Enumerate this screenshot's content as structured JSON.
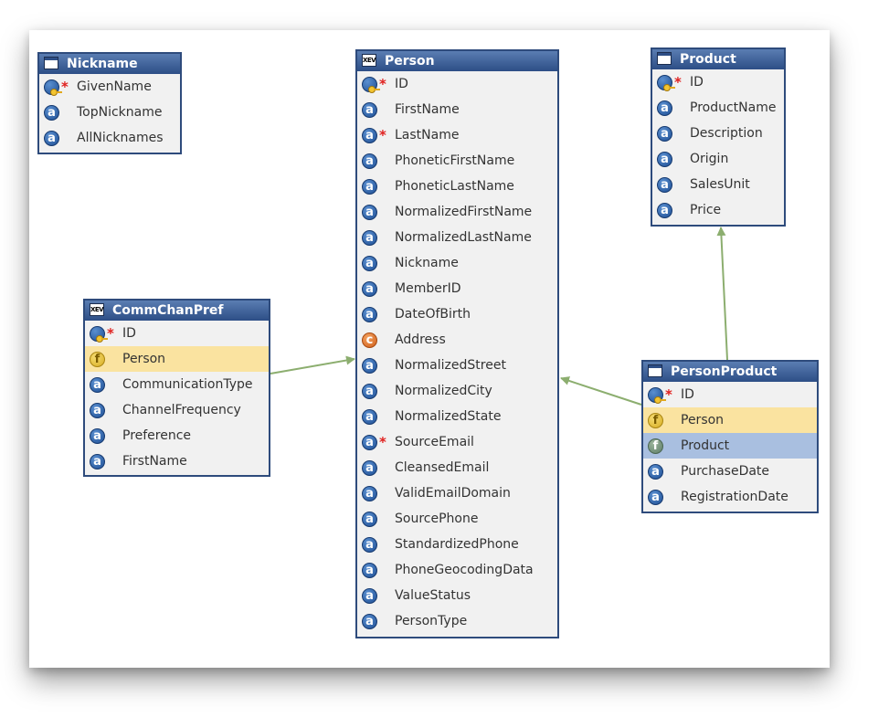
{
  "entities": [
    {
      "name": "Nickname",
      "icon": "table-window-icon",
      "attributes": [
        {
          "label": "GivenName",
          "type": "key",
          "required": true
        },
        {
          "label": "TopNickname",
          "type": "attribute"
        },
        {
          "label": "AllNicknames",
          "type": "attribute"
        }
      ]
    },
    {
      "name": "Person",
      "icon": "xev-entity-icon",
      "attributes": [
        {
          "label": "ID",
          "type": "key",
          "required": true
        },
        {
          "label": "FirstName",
          "type": "attribute"
        },
        {
          "label": "LastName",
          "type": "attribute",
          "required": true
        },
        {
          "label": "PhoneticFirstName",
          "type": "attribute"
        },
        {
          "label": "PhoneticLastName",
          "type": "attribute"
        },
        {
          "label": "NormalizedFirstName",
          "type": "attribute"
        },
        {
          "label": "NormalizedLastName",
          "type": "attribute"
        },
        {
          "label": "Nickname",
          "type": "attribute"
        },
        {
          "label": "MemberID",
          "type": "attribute"
        },
        {
          "label": "DateOfBirth",
          "type": "attribute"
        },
        {
          "label": "Address",
          "type": "composite"
        },
        {
          "label": "NormalizedStreet",
          "type": "attribute"
        },
        {
          "label": "NormalizedCity",
          "type": "attribute"
        },
        {
          "label": "NormalizedState",
          "type": "attribute"
        },
        {
          "label": "SourceEmail",
          "type": "attribute",
          "required": true
        },
        {
          "label": "CleansedEmail",
          "type": "attribute"
        },
        {
          "label": "ValidEmailDomain",
          "type": "attribute"
        },
        {
          "label": "SourcePhone",
          "type": "attribute"
        },
        {
          "label": "StandardizedPhone",
          "type": "attribute"
        },
        {
          "label": "PhoneGeocodingData",
          "type": "attribute"
        },
        {
          "label": "ValueStatus",
          "type": "attribute"
        },
        {
          "label": "PersonType",
          "type": "attribute"
        }
      ]
    },
    {
      "name": "Product",
      "icon": "table-window-icon",
      "attributes": [
        {
          "label": "ID",
          "type": "key",
          "required": true
        },
        {
          "label": "ProductName",
          "type": "attribute"
        },
        {
          "label": "Description",
          "type": "attribute"
        },
        {
          "label": "Origin",
          "type": "attribute"
        },
        {
          "label": "SalesUnit",
          "type": "attribute"
        },
        {
          "label": "Price",
          "type": "attribute"
        }
      ]
    },
    {
      "name": "CommChanPref",
      "icon": "xev-entity-icon",
      "attributes": [
        {
          "label": "ID",
          "type": "key",
          "required": true
        },
        {
          "label": "Person",
          "type": "foreign",
          "highlight": "yellow"
        },
        {
          "label": "CommunicationType",
          "type": "attribute"
        },
        {
          "label": "ChannelFrequency",
          "type": "attribute"
        },
        {
          "label": "Preference",
          "type": "attribute"
        },
        {
          "label": "FirstName",
          "type": "attribute"
        }
      ]
    },
    {
      "name": "PersonProduct",
      "icon": "table-window-icon",
      "attributes": [
        {
          "label": "ID",
          "type": "key",
          "required": true
        },
        {
          "label": "Person",
          "type": "foreign",
          "highlight": "yellow"
        },
        {
          "label": "Product",
          "type": "foreign-selected",
          "highlight": "blue"
        },
        {
          "label": "PurchaseDate",
          "type": "attribute"
        },
        {
          "label": "RegistrationDate",
          "type": "attribute"
        }
      ]
    }
  ],
  "relationships": [
    {
      "from": "CommChanPref.Person",
      "to": "Person"
    },
    {
      "from": "PersonProduct.Person",
      "to": "Person"
    },
    {
      "from": "PersonProduct.Product",
      "to": "Product"
    }
  ],
  "colors": {
    "header": "#2d4e86",
    "border": "#2e4b7c",
    "body": "#f1f1f1",
    "link": "#8cae6f",
    "required": "#e0201e",
    "highlight_yellow": "#fae3a0",
    "highlight_blue": "#a9bfe0"
  }
}
